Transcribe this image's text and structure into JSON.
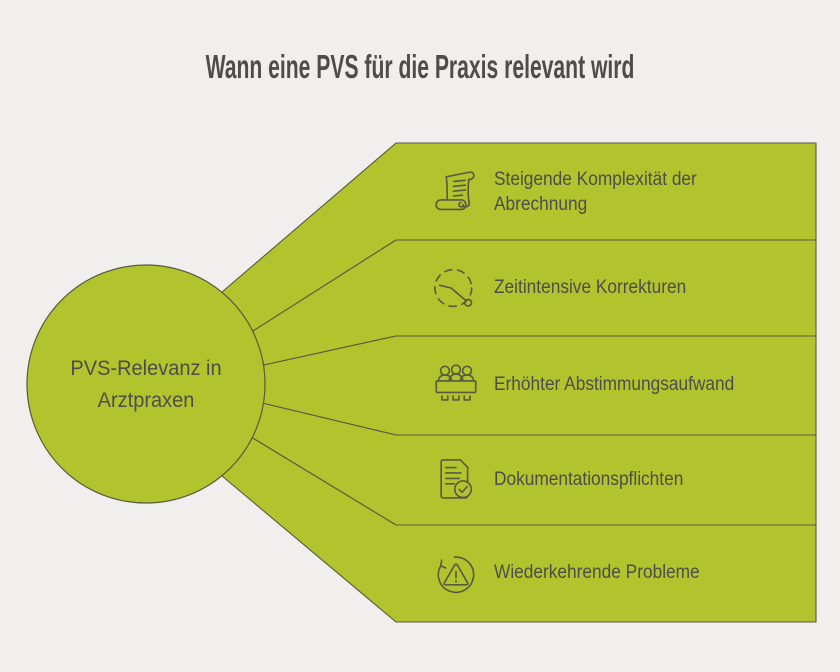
{
  "title": "Wann eine PVS für die Praxis relevant wird",
  "hub": {
    "line1": "PVS-Relevanz in",
    "line2": "Arztpraxen"
  },
  "items": [
    {
      "icon": "billing-scroll-icon",
      "label": "Steigende Komplexität der Abrechnung"
    },
    {
      "icon": "time-clock-icon",
      "label": "Zeitintensive Korrekturen"
    },
    {
      "icon": "meeting-people-icon",
      "label": "Erhöhter Abstimmungsaufwand"
    },
    {
      "icon": "document-check-icon",
      "label": "Dokumentationspflichten"
    },
    {
      "icon": "recurring-warning-icon",
      "label": "Wiederkehrende Probleme"
    }
  ],
  "colors": {
    "background": "#f0efed",
    "green": "#b2c42d",
    "stroke": "#585a41",
    "text": "#4d4d4b"
  }
}
